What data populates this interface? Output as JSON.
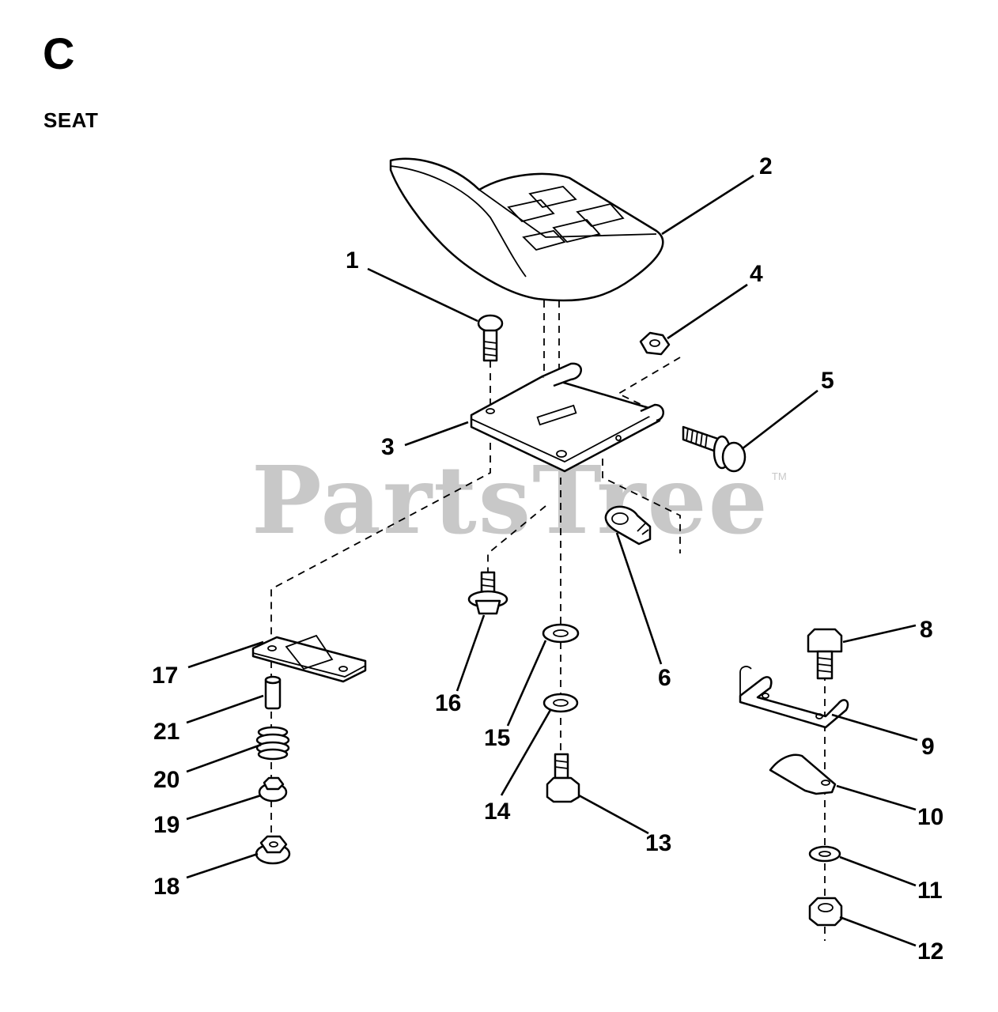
{
  "header": {
    "section_letter": "C",
    "section_title": "SEAT"
  },
  "watermark": {
    "text": "PartsTree",
    "trademark": "TM"
  },
  "callouts": [
    "1",
    "2",
    "3",
    "4",
    "5",
    "6",
    "8",
    "9",
    "10",
    "11",
    "12",
    "13",
    "14",
    "15",
    "16",
    "17",
    "18",
    "19",
    "20",
    "21"
  ]
}
